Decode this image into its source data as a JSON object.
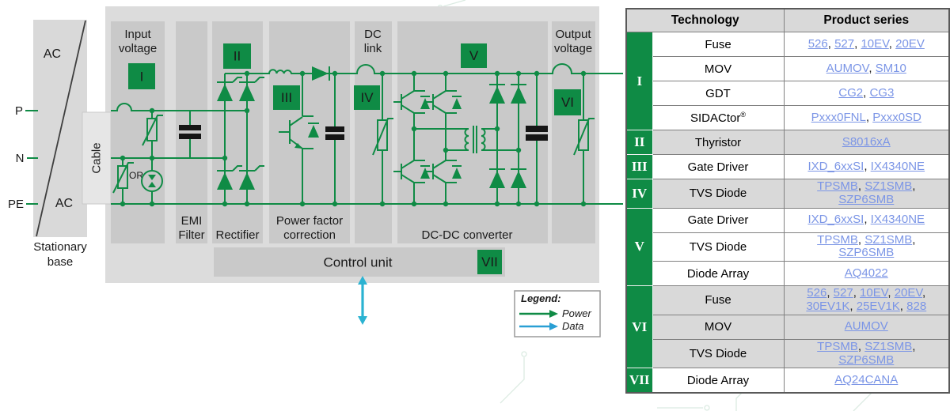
{
  "colors": {
    "green": "#0f8b45",
    "link": "#7b95e6",
    "cyan": "#2bb3d2",
    "legendBlue": "#2a9fd4",
    "bgOuter": "#dcdcdc",
    "bgStrip": "#c9c9c9",
    "bgTrapezoid": "#d9d9d9",
    "bgCable": "#e6e6e6",
    "rowAlt": "#d9d9d9",
    "headerBg": "#d9d9d9",
    "borderDark": "#595959",
    "borderMid": "#808080",
    "textGray": "#7f7f7f"
  },
  "diagram": {
    "ac_top": "AC",
    "ac_bottom": "AC",
    "terminal_p": "P",
    "terminal_n": "N",
    "terminal_pe": "PE",
    "stationary_line1": "Stationary",
    "stationary_line2": "base",
    "cable": "Cable",
    "or_label": "OR",
    "input": {
      "line1": "Input",
      "line2": "voltage",
      "badge": "I"
    },
    "emi": {
      "line1": "EMI",
      "line2": "Filter"
    },
    "rectifier": {
      "label": "Rectifier",
      "badge": "II"
    },
    "pfc": {
      "line1": "Power factor",
      "line2": "correction",
      "badge": "III"
    },
    "dc_link": {
      "line1": "DC",
      "line2": "link",
      "badge": "IV"
    },
    "dcdc": {
      "label": "DC-DC converter",
      "badge": "V"
    },
    "output": {
      "line1": "Output",
      "line2": "voltage",
      "badge": "VI"
    },
    "control": {
      "label": "Control unit",
      "badge": "VII"
    },
    "legend": {
      "title": "Legend:",
      "power": "Power",
      "data": "Data"
    }
  },
  "table": {
    "header": {
      "technology": "Technology",
      "product_series": "Product series"
    },
    "groups": [
      {
        "numeral": "I",
        "rows": [
          {
            "technology": "Fuse",
            "products": [
              "526",
              "527",
              "10EV",
              "20EV"
            ]
          },
          {
            "technology": "MOV",
            "products": [
              "AUMOV",
              "SM10"
            ]
          },
          {
            "technology": "GDT",
            "products": [
              "CG2",
              "CG3"
            ]
          },
          {
            "technology": "SIDACtor",
            "sup": "®",
            "products": [
              "Pxxx0FNL",
              "Pxxx0SD"
            ]
          }
        ]
      },
      {
        "numeral": "II",
        "rows": [
          {
            "technology": "Thyristor",
            "products": [
              "S8016xA"
            ]
          }
        ]
      },
      {
        "numeral": "III",
        "rows": [
          {
            "technology": "Gate Driver",
            "products": [
              "IXD_6xxSI",
              "IX4340NE"
            ]
          }
        ]
      },
      {
        "numeral": "IV",
        "rows": [
          {
            "technology": "TVS Diode",
            "products": [
              "TPSMB",
              "SZ1SMB",
              "SZP6SMB"
            ]
          }
        ]
      },
      {
        "numeral": "V",
        "rows": [
          {
            "technology": "Gate Driver",
            "products": [
              "IXD_6xxSI",
              "IX4340NE"
            ]
          },
          {
            "technology": "TVS Diode",
            "products": [
              "TPSMB",
              "SZ1SMB",
              "SZP6SMB"
            ]
          },
          {
            "technology": "Diode Array",
            "products": [
              "AQ4022"
            ]
          }
        ]
      },
      {
        "numeral": "VI",
        "rows": [
          {
            "technology": "Fuse",
            "products": [
              "526",
              "527",
              "10EV",
              "20EV",
              "30EV1K",
              "25EV1K",
              "828"
            ]
          },
          {
            "technology": "MOV",
            "products": [
              "AUMOV"
            ]
          },
          {
            "technology": "TVS Diode",
            "products": [
              "TPSMB",
              "SZ1SMB",
              "SZP6SMB"
            ]
          }
        ]
      },
      {
        "numeral": "VII",
        "rows": [
          {
            "technology": "Diode Array",
            "products": [
              "AQ24CANA"
            ]
          }
        ]
      }
    ]
  }
}
